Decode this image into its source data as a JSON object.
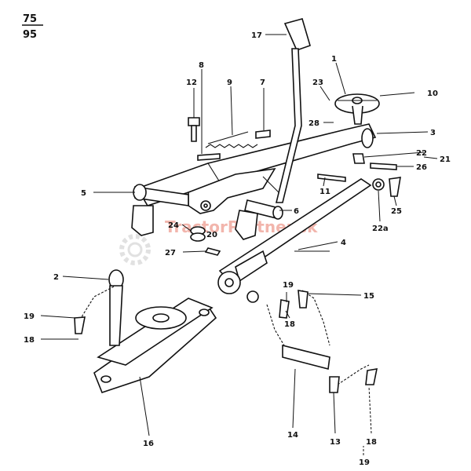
{
  "header": {
    "model_top": "75",
    "model_bottom": "95"
  },
  "watermark": {
    "text": "TractorPartner.sk"
  },
  "callouts": [
    "17",
    "1",
    "10",
    "12",
    "8",
    "9",
    "7",
    "23",
    "28",
    "3",
    "22",
    "21",
    "26",
    "5",
    "11",
    "6",
    "25",
    "22a",
    "24",
    "20",
    "27",
    "4",
    "2",
    "19",
    "15",
    "18",
    "16",
    "14",
    "13"
  ]
}
